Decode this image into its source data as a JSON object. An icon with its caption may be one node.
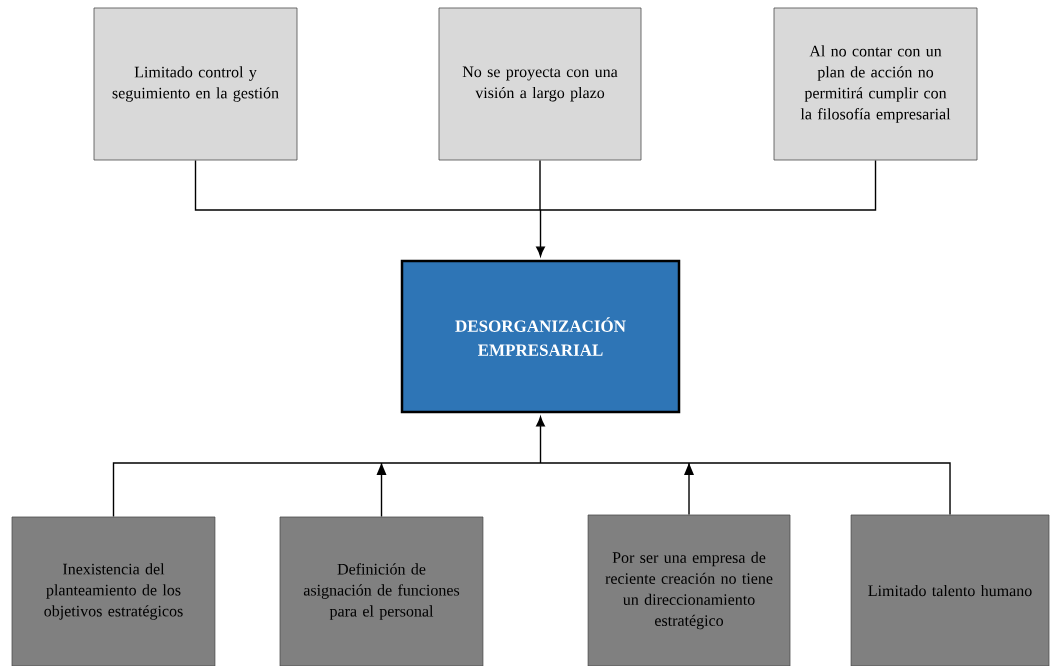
{
  "diagram": {
    "nodes": [
      {
        "text": [
          "Limitado control y seguimiento en la gestión"
        ]
      },
      {
        "text": [
          "No se proyecta con una visión a largo plazo"
        ]
      },
      {
        "text": [
          "Al no contar con un plan de acción no permitirá cumplir con la filosofía empresarial"
        ]
      },
      {
        "text": [
          "DESORGANIZACIÓN EMPRESARIAL"
        ]
      },
      {
        "text": [
          "Inexistencia del planteamiento de los objetivos estratégicos"
        ]
      },
      {
        "text": [
          "Definición de asignación de funciones para el personal"
        ]
      },
      {
        "text": [
          "Por ser una empresa de reciente creación no tiene un direccionamiento estratégico"
        ]
      },
      {
        "text": [
          "Limitado talento humano"
        ]
      }
    ],
    "edges": [
      {
        "from": 0,
        "to": 3,
        "arrow": "to"
      },
      {
        "from": 1,
        "to": 3,
        "arrow": "to"
      },
      {
        "from": 2,
        "to": 3,
        "arrow": "to"
      },
      {
        "from": 4,
        "to": 3,
        "arrow": "to"
      },
      {
        "from": 5,
        "to": 3,
        "arrow": "to"
      },
      {
        "from": 6,
        "to": 3,
        "arrow": "to"
      },
      {
        "from": 7,
        "to": 3,
        "arrow": "to"
      }
    ]
  }
}
